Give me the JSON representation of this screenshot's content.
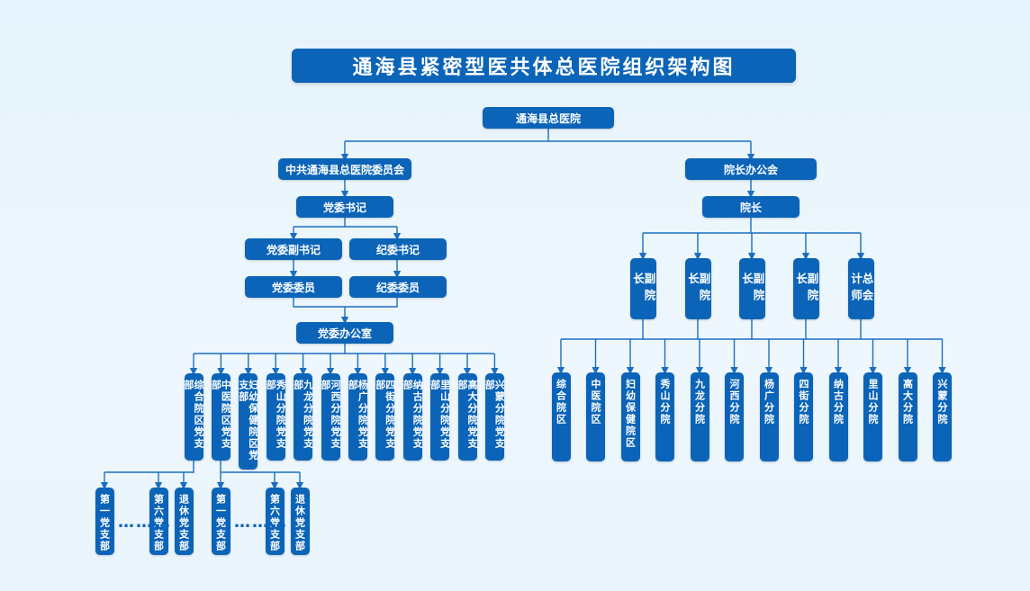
{
  "title": "通海县紧密型医共体总医院组织架构图",
  "root": "通海县总医院",
  "left": {
    "committee": "中共通海县总医院委员会",
    "secretary": "党委书记",
    "deputy_secretary": "党委副书记",
    "discipline_secretary": "纪委书记",
    "party_member": "党委委员",
    "discipline_member": "纪委委员",
    "office": "党委办公室",
    "branches": [
      "综合院区党支部",
      "中医院区党支部",
      "妇幼保健院区党支部",
      "秀山分院党支部",
      "九龙分院党支部",
      "河西分院党支部",
      "杨广分院党支部",
      "四街分院党支部",
      "纳古分院党支部",
      "里山分院党支部",
      "高大分院党支部",
      "兴蒙分院党支部"
    ],
    "sub_a": [
      "第一党支部",
      "第六党支部",
      "退休党支部"
    ],
    "sub_b": [
      "第一党支部",
      "第六党支部",
      "退休党支部"
    ],
    "ellipsis": "…"
  },
  "right": {
    "office": "院长办公会",
    "president": "院长",
    "vps": [
      "副院长",
      "副院长",
      "副院长",
      "副院长",
      "总会计师"
    ],
    "branches": [
      "综合院区",
      "中医院区",
      "妇幼保健院区",
      "秀山分院",
      "九龙分院",
      "河西分院",
      "杨广分院",
      "四街分院",
      "纳古分院",
      "里山分院",
      "高大分院",
      "兴蒙分院"
    ]
  },
  "colors": {
    "box": "#0b64b8",
    "line": "#1a6fc0",
    "background": "#e9f4fc"
  }
}
